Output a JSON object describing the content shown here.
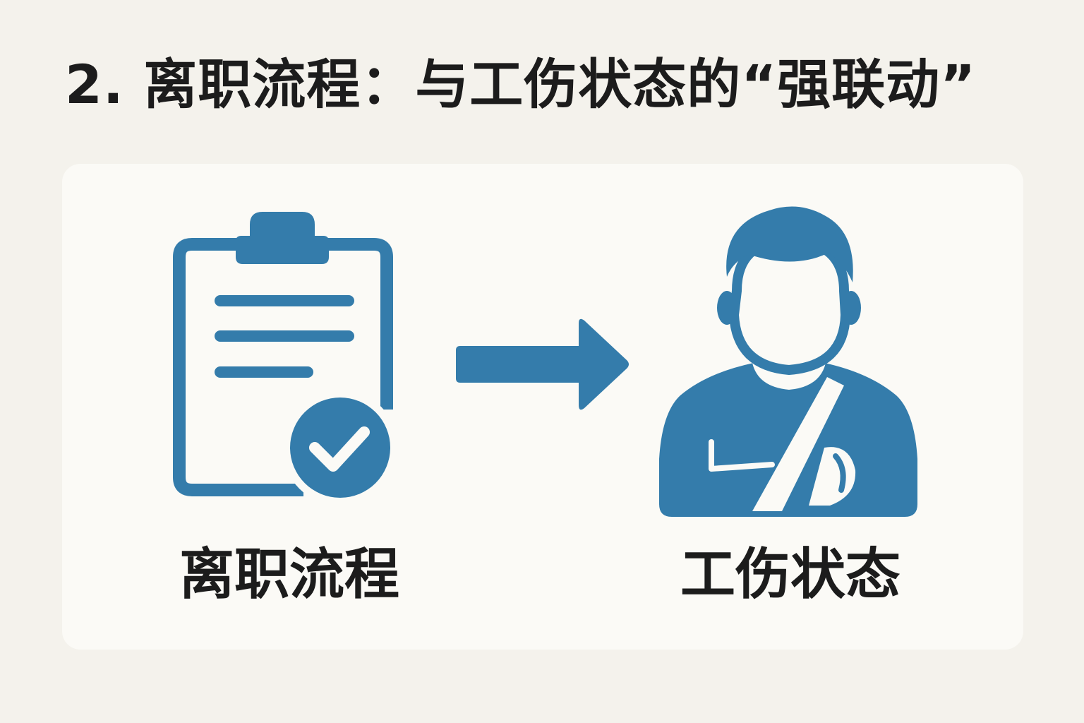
{
  "title": "2. 离职流程：与工伤状态的“强联动”",
  "diagram": {
    "left_node": {
      "label": "离职流程",
      "icon": "clipboard-check-icon"
    },
    "connector": {
      "icon": "arrow-right-icon"
    },
    "right_node": {
      "label": "工伤状态",
      "icon": "injured-person-sling-icon"
    }
  },
  "colors": {
    "accent": "#347cab",
    "text": "#1c1c1c",
    "background": "#f4f2ec",
    "card": "#fbfaf6"
  }
}
